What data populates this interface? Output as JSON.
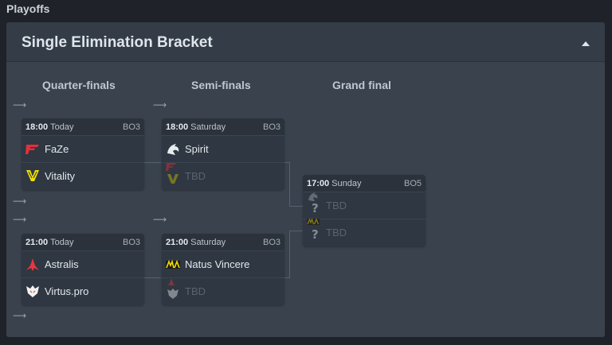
{
  "section_title": "Playoffs",
  "panel": {
    "title": "Single Elimination Bracket",
    "collapse_icon": "caret-up-icon"
  },
  "rounds": [
    "Quarter-finals",
    "Semi-finals",
    "Grand final"
  ],
  "matches": {
    "qf1": {
      "time": "18:00",
      "day": "Today",
      "format": "BO3",
      "team1": "FaZe",
      "team2": "Vitality"
    },
    "qf2": {
      "time": "21:00",
      "day": "Today",
      "format": "BO3",
      "team1": "Astralis",
      "team2": "Virtus.pro"
    },
    "sf1": {
      "time": "18:00",
      "day": "Saturday",
      "format": "BO3",
      "team1": "Spirit",
      "team2": "TBD"
    },
    "sf2": {
      "time": "21:00",
      "day": "Saturday",
      "format": "BO3",
      "team1": "Natus Vincere",
      "team2": "TBD"
    },
    "gf": {
      "time": "17:00",
      "day": "Sunday",
      "format": "BO5",
      "team1": "TBD",
      "team2": "TBD"
    }
  },
  "colors": {
    "background": "#1f2329",
    "panel": "#39424d",
    "card": "#2f3742",
    "tbd_text": "#59636e"
  },
  "icons": {
    "faze": "faze-logo-icon",
    "vitality": "vitality-logo-icon",
    "spirit": "spirit-logo-icon",
    "astralis": "astralis-logo-icon",
    "virtuspro": "virtuspro-logo-icon",
    "navi": "navi-logo-icon",
    "unknown": "question-mark-icon",
    "advance": "arrow-right-icon"
  }
}
